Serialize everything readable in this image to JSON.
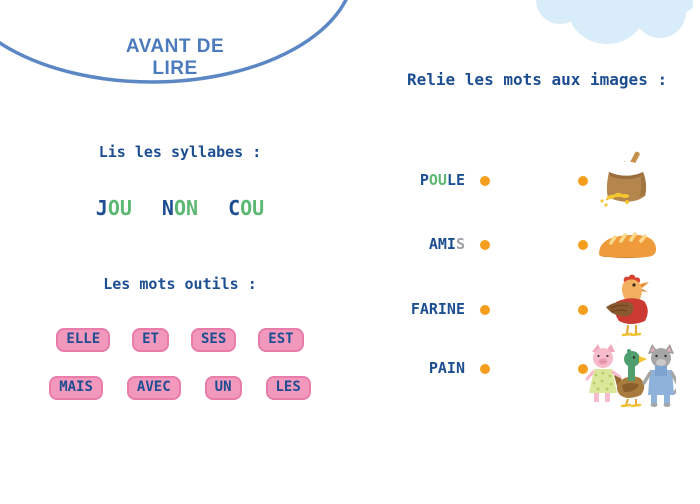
{
  "header": {
    "title": "AVANT DE LIRE",
    "arc_color": "#5b87c5",
    "cloud_color": "#d9ecfa",
    "title_color": "#4c7bbd"
  },
  "colors": {
    "text_blue": "#1d4e91",
    "letter_green": "#5cb872",
    "letter_gray": "#9aa0a8",
    "dot_orange": "#f59e1d",
    "pill_pink": "#f398bd",
    "pill_border": "#e87cab"
  },
  "syllables": {
    "title": "Lis les syllabes :",
    "items": [
      {
        "onset": "J",
        "onset_color": "dark-blue",
        "rime": "OU",
        "rime_color": "green"
      },
      {
        "onset": "N",
        "onset_color": "dark-blue",
        "rime": "ON",
        "rime_color": "green"
      },
      {
        "onset": "C",
        "onset_color": "dark-blue",
        "rime": "OU",
        "rime_color": "green"
      }
    ]
  },
  "mots_outils": {
    "title": "Les mots outils :",
    "row1": [
      "ELLE",
      "ET",
      "SES",
      "EST"
    ],
    "row2": [
      "MAIS",
      "AVEC",
      "UN",
      "LES"
    ]
  },
  "matching": {
    "title": "Relie les mots aux images :",
    "rows": [
      {
        "word": "POULE",
        "image": "flour-sack",
        "parts": [
          {
            "text": "P",
            "color": "dark-blue"
          },
          {
            "text": "OU",
            "color": "green"
          },
          {
            "text": "LE",
            "color": "dark-blue"
          }
        ]
      },
      {
        "word": "AMIS",
        "image": "bread-loaf",
        "parts": [
          {
            "text": "AMI",
            "color": "dark-blue"
          },
          {
            "text": "S",
            "color": "gray"
          }
        ]
      },
      {
        "word": "FARINE",
        "image": "hen",
        "parts": [
          {
            "text": "FARINE",
            "color": "dark-blue"
          }
        ]
      },
      {
        "word": "PAIN",
        "image": "pig-duck-cat",
        "parts": [
          {
            "text": "PAIN",
            "color": "dark-blue"
          }
        ]
      }
    ]
  }
}
